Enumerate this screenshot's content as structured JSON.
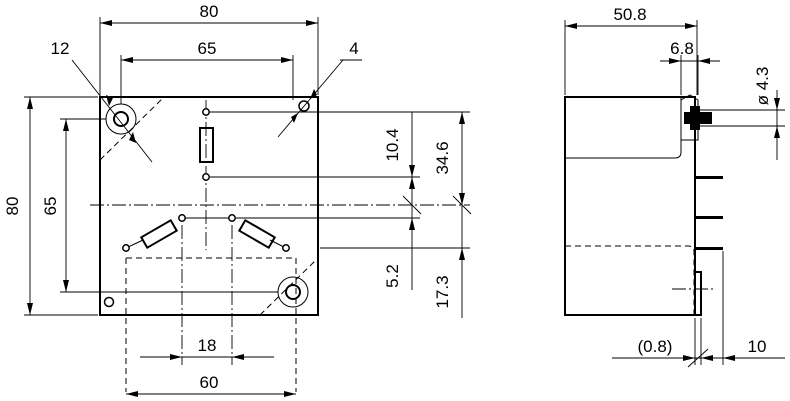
{
  "top_view": {
    "width": "80",
    "hole_spacing_x": "65",
    "height": "80",
    "hole_spacing_y": "65",
    "mount_hole_dia": "12",
    "small_hole_dia": "4",
    "pin_pitch_upper": "10.4",
    "pin_offset_total": "34.6",
    "pin_offset_lower": "5.2",
    "pin_offset_bottom": "17.3",
    "lower_pin_spacing": "18",
    "lower_outer_spacing": "60"
  },
  "side_view": {
    "depth": "50.8",
    "terminal_offset": "6.8",
    "terminal_dia": "ø 4.3",
    "gap": "(0.8)",
    "pin_length": "10"
  }
}
